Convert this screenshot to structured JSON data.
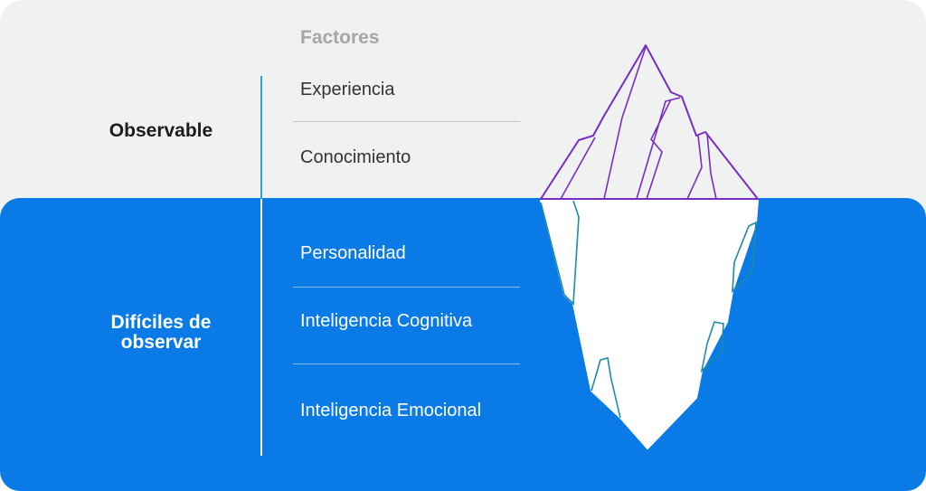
{
  "header": {
    "title": "Factores"
  },
  "categories": {
    "observable": "Observable",
    "hard_to_observe": "Difíciles de observar"
  },
  "factors": {
    "observable": [
      "Experiencia",
      "Conocimiento"
    ],
    "hidden": [
      "Personalidad",
      "Inteligencia Cognitiva",
      "Inteligencia Emocional"
    ]
  },
  "colors": {
    "above_water_bg": "#f0f1f1",
    "below_water_bg": "#0a7ae6",
    "iceberg_outline_top": "#7a2cc4",
    "iceberg_outline_bottom": "#1c8aa8",
    "divider_accent": "#2aa3d3"
  }
}
